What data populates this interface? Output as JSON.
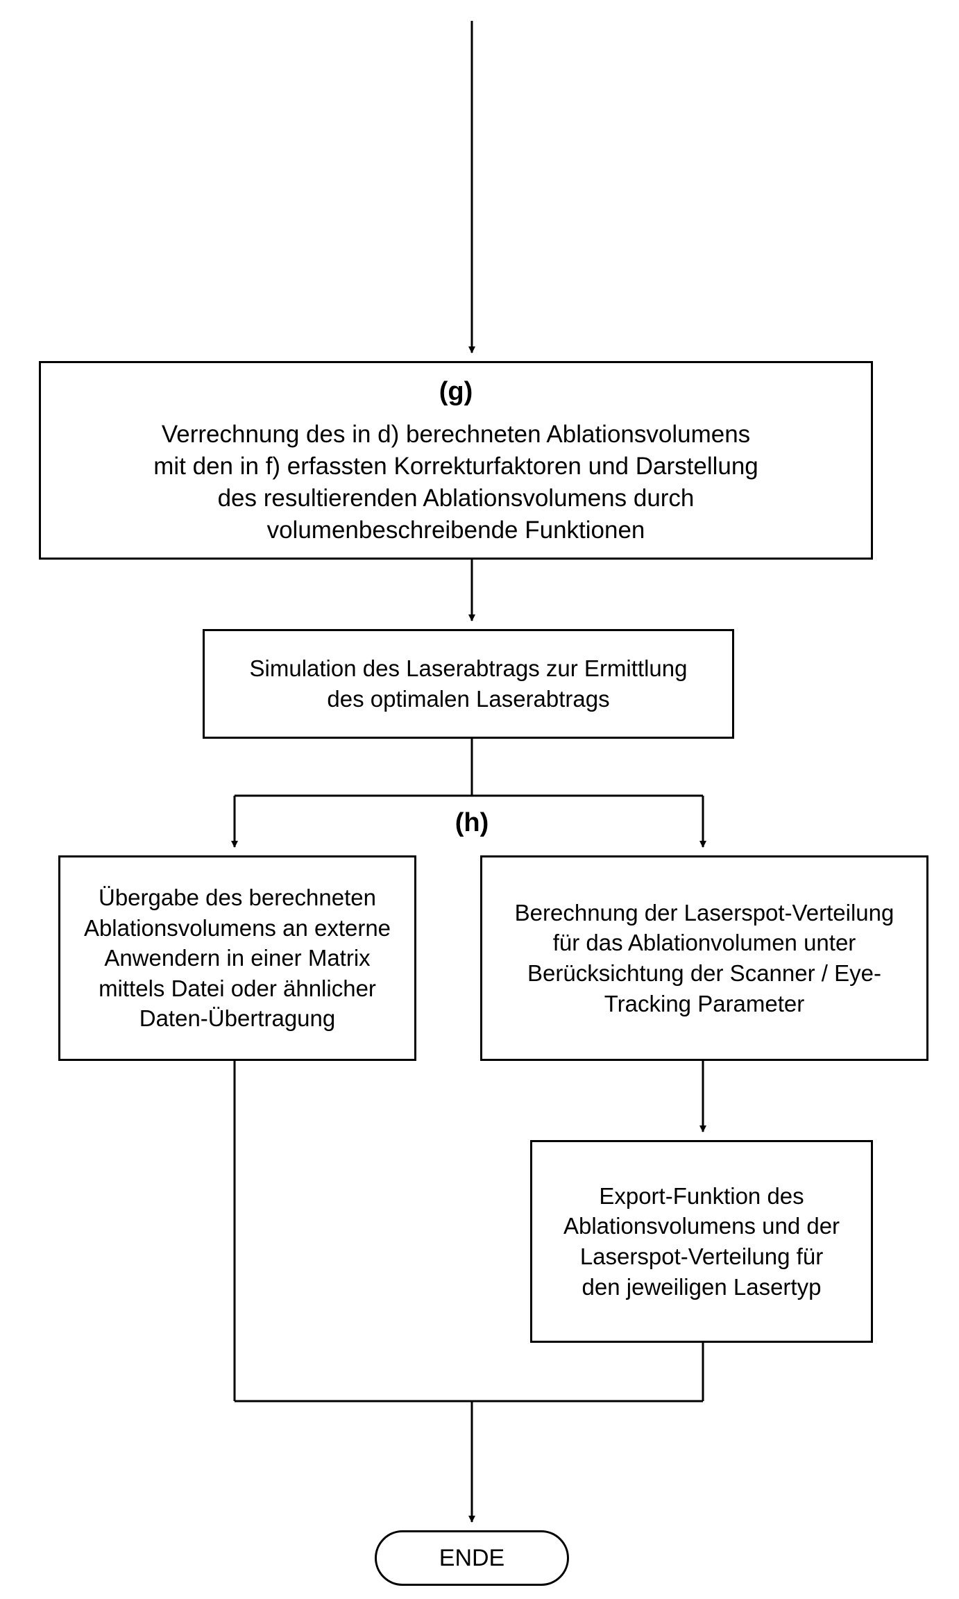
{
  "diagram": {
    "step_g": {
      "label": "(g)",
      "text": "Verrechnung des in d) berechneten Ablationsvolumens\nmit den in f) erfassten Korrekturfaktoren und Darstellung\ndes resultierenden Ablationsvolumens durch\nvolumenbeschreibende Funktionen"
    },
    "simulation": {
      "text": "Simulation des Laserabtrags zur Ermittlung\ndes optimalen Laserabtrags"
    },
    "step_h": {
      "label": "(h)"
    },
    "transfer": {
      "text": "Übergabe des berechneten\nAblationsvolumens an externe\nAnwendern in einer Matrix\nmittels Datei oder ähnlicher\nDaten-Übertragung"
    },
    "laserspot_calc": {
      "text": "Berechnung der Laserspot-Verteilung\nfür das Ablationvolumen unter\nBerücksichtung der Scanner / Eye-\nTracking Parameter"
    },
    "export": {
      "text": "Export-Funktion des\nAblationsvolumens und der\nLaserspot-Verteilung für\nden jeweiligen Lasertyp"
    },
    "end": {
      "label": "ENDE"
    }
  },
  "colors": {
    "line": "#000000",
    "background": "#ffffff"
  }
}
